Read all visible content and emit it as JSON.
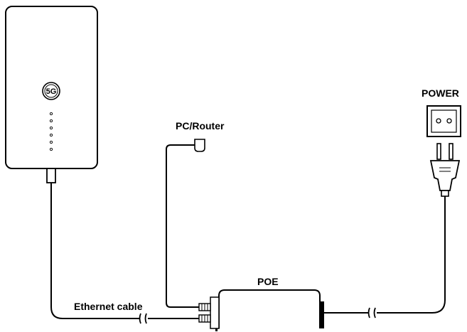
{
  "labels": {
    "power": "POWER",
    "pc_router": "PC/Router",
    "ethernet_cable": "Ethernet cable",
    "poe": "POE"
  },
  "device": {
    "badge": "5G",
    "indicator_count": 6
  },
  "colors": {
    "line": "#000000",
    "background": "#ffffff"
  }
}
